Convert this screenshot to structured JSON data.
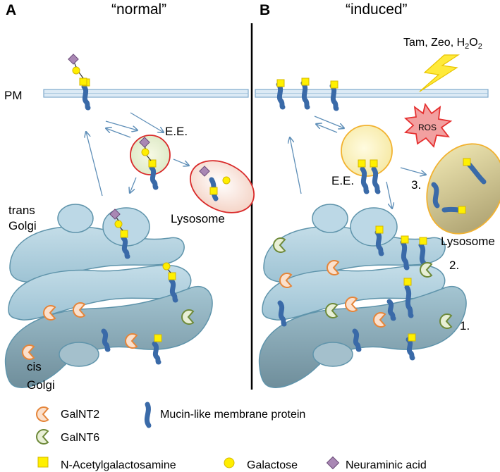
{
  "panels": [
    {
      "letter": "A",
      "condition": "“normal”"
    },
    {
      "letter": "B",
      "condition": "“induced”"
    }
  ],
  "labels": {
    "pm": "PM",
    "early_endosome": "E.E.",
    "lysosome": "Lysosome",
    "trans": "trans",
    "golgi": "Golgi",
    "cis": "cis",
    "ros": "ROS",
    "stressors": "Tam, Zeo, H",
    "h_sub1": "2",
    "o": "O",
    "h_sub2": "2",
    "step1": "1.",
    "step2": "2.",
    "step3": "3."
  },
  "legend": {
    "galnt2": "GalNT2",
    "galnt6": "GalNT6",
    "mucin": "Mucin-like membrane protein",
    "galnac": "N-Acetylgalactosamine",
    "galactose": "Galactose",
    "neuraminic": "Neuraminic acid"
  },
  "colors": {
    "golgi_fill": "#a9ccdc",
    "golgi_stroke": "#5f94ab",
    "protein": "#3a6aa8",
    "galnac": "#fff000",
    "galactose": "#ffee00",
    "neuraminic": "#a987b4",
    "galnt2": "#e5853a",
    "galnt6": "#6e8a3a",
    "endosome_normal": "#d92a2a",
    "endosome_induced": "#f2b230",
    "ros": "#e53030",
    "lightning": "#ffea3a",
    "arrow": "#5f8fb8"
  }
}
